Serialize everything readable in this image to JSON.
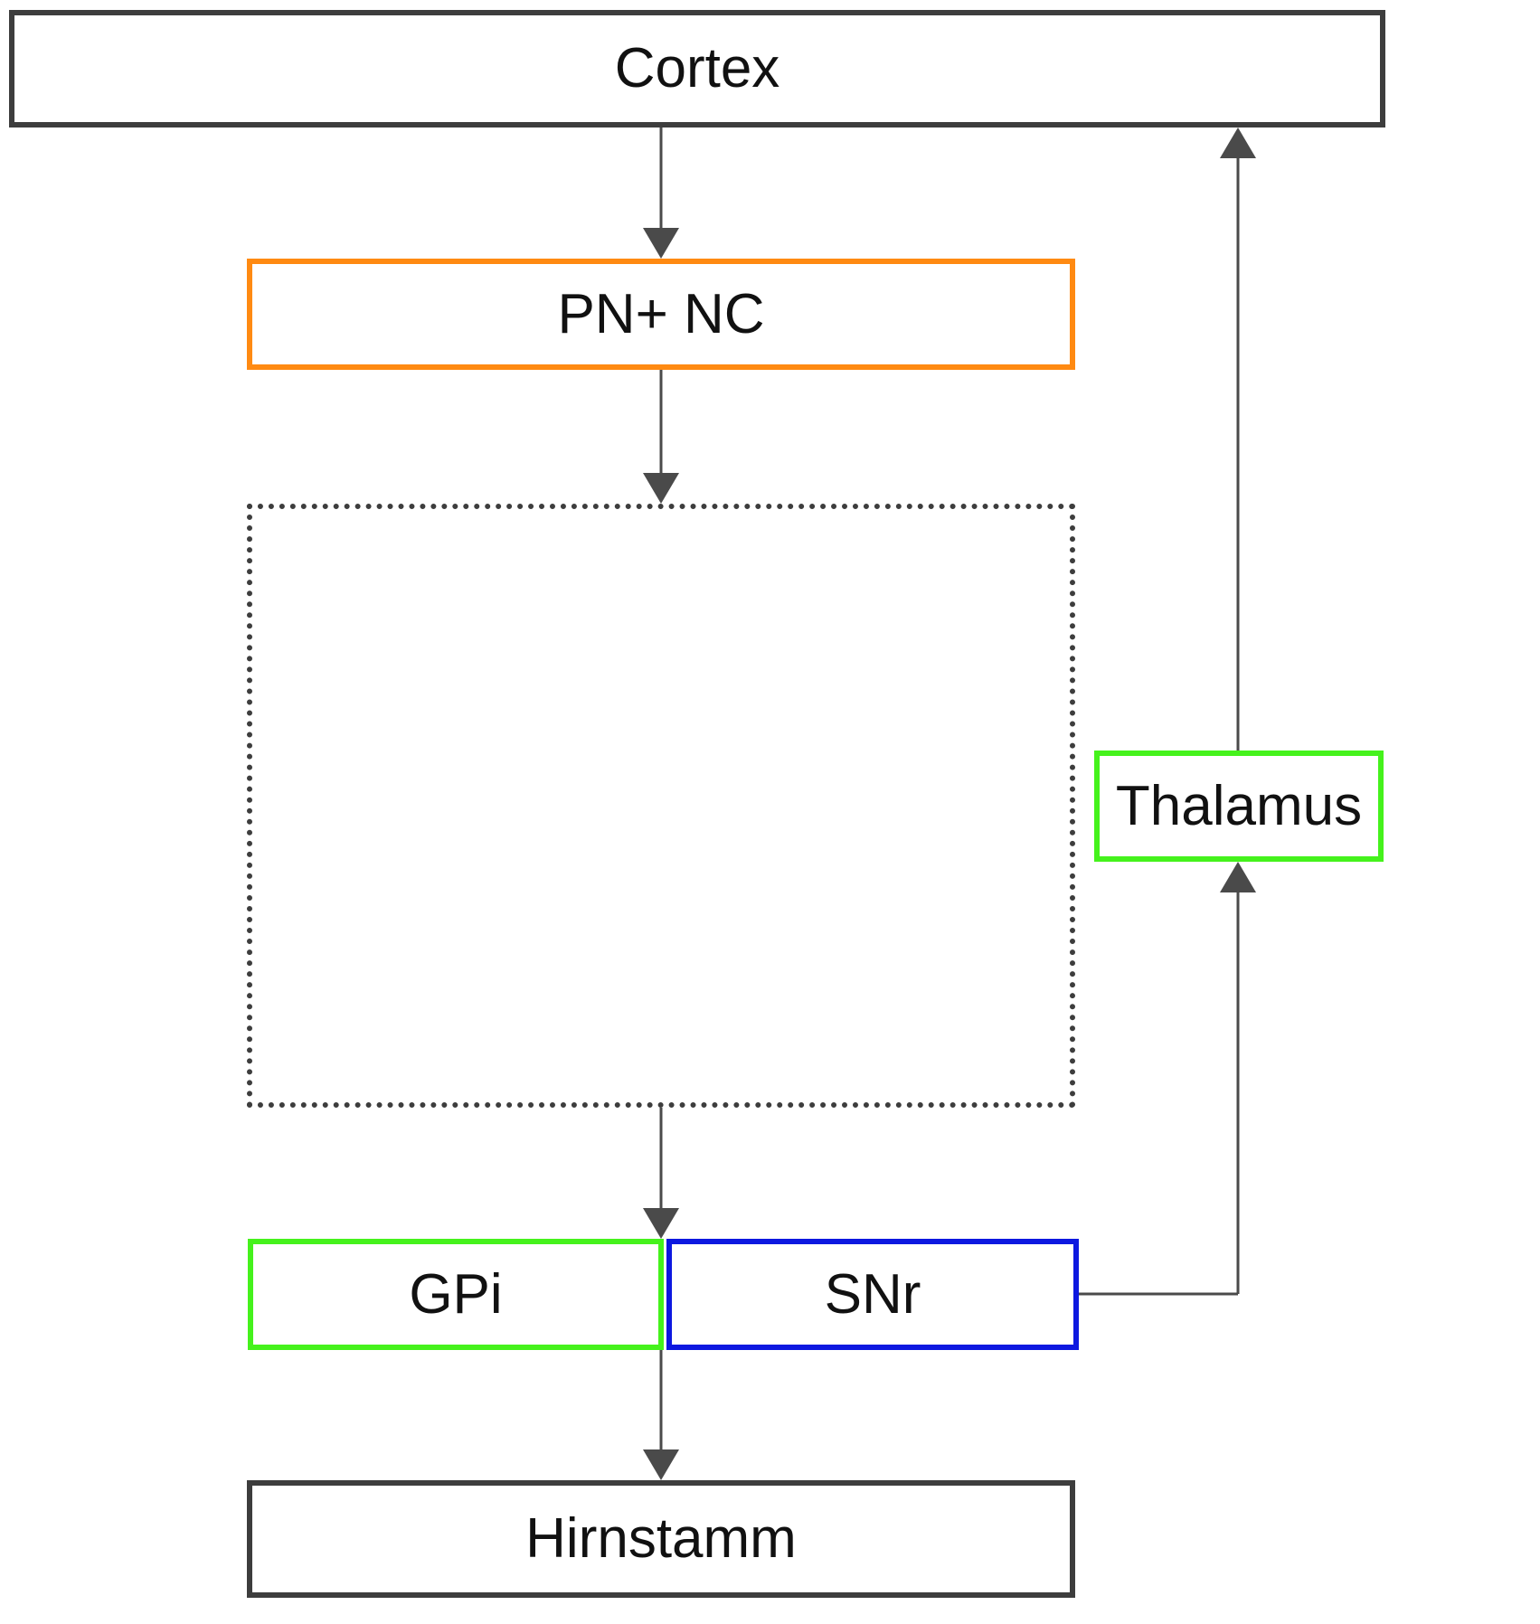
{
  "diagram": {
    "colors": {
      "neutral": "#3d3d3d",
      "arrow": "#4a4a4a",
      "orange": "#ff8a12",
      "green": "#45f21c",
      "blue": "#0d18e0"
    },
    "nodes": {
      "cortex": {
        "label": "Cortex",
        "border": "neutral"
      },
      "pn_nc": {
        "label": "PN+ NC",
        "border": "orange"
      },
      "dashed_region": {
        "label": "",
        "border": "neutral",
        "style": "dotted"
      },
      "thalamus": {
        "label": "Thalamus",
        "border": "green"
      },
      "gpi": {
        "label": "GPi",
        "border": "green"
      },
      "snr": {
        "label": "SNr",
        "border": "blue"
      },
      "hirnstamm": {
        "label": "Hirnstamm",
        "border": "neutral"
      }
    },
    "edges": [
      {
        "from": "cortex",
        "to": "pn_nc"
      },
      {
        "from": "pn_nc",
        "to": "dashed_region"
      },
      {
        "from": "dashed_region",
        "to": "gpi_snr"
      },
      {
        "from": "gpi_snr",
        "to": "hirnstamm"
      },
      {
        "from": "snr",
        "to": "thalamus"
      },
      {
        "from": "thalamus",
        "to": "cortex"
      }
    ]
  }
}
